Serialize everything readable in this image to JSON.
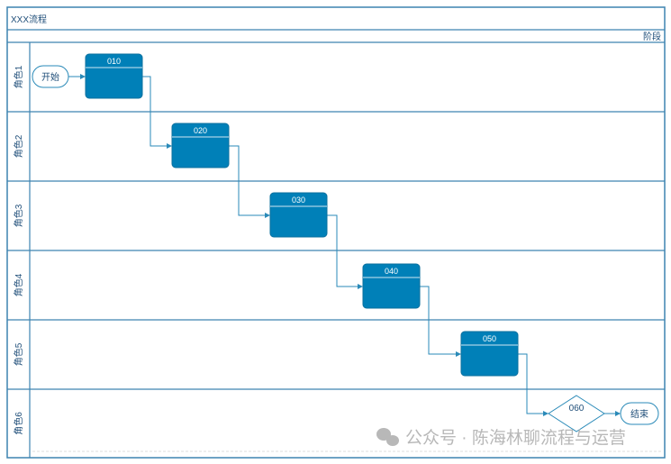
{
  "title": "XXX流程",
  "phase_label": "阶段",
  "lanes": [
    "角色1",
    "角色2",
    "角色3",
    "角色4",
    "角色5",
    "角色6"
  ],
  "start": {
    "label": "开始"
  },
  "end": {
    "label": "结束"
  },
  "steps": [
    "010",
    "020",
    "030",
    "040",
    "050"
  ],
  "decision": {
    "label": "060"
  },
  "watermark": "公众号 · 陈海林聊流程与运营",
  "colors": {
    "frame": "#3d84b0",
    "box": "#0080b8",
    "line": "#2a8ab8",
    "text": "#1f4e79"
  }
}
